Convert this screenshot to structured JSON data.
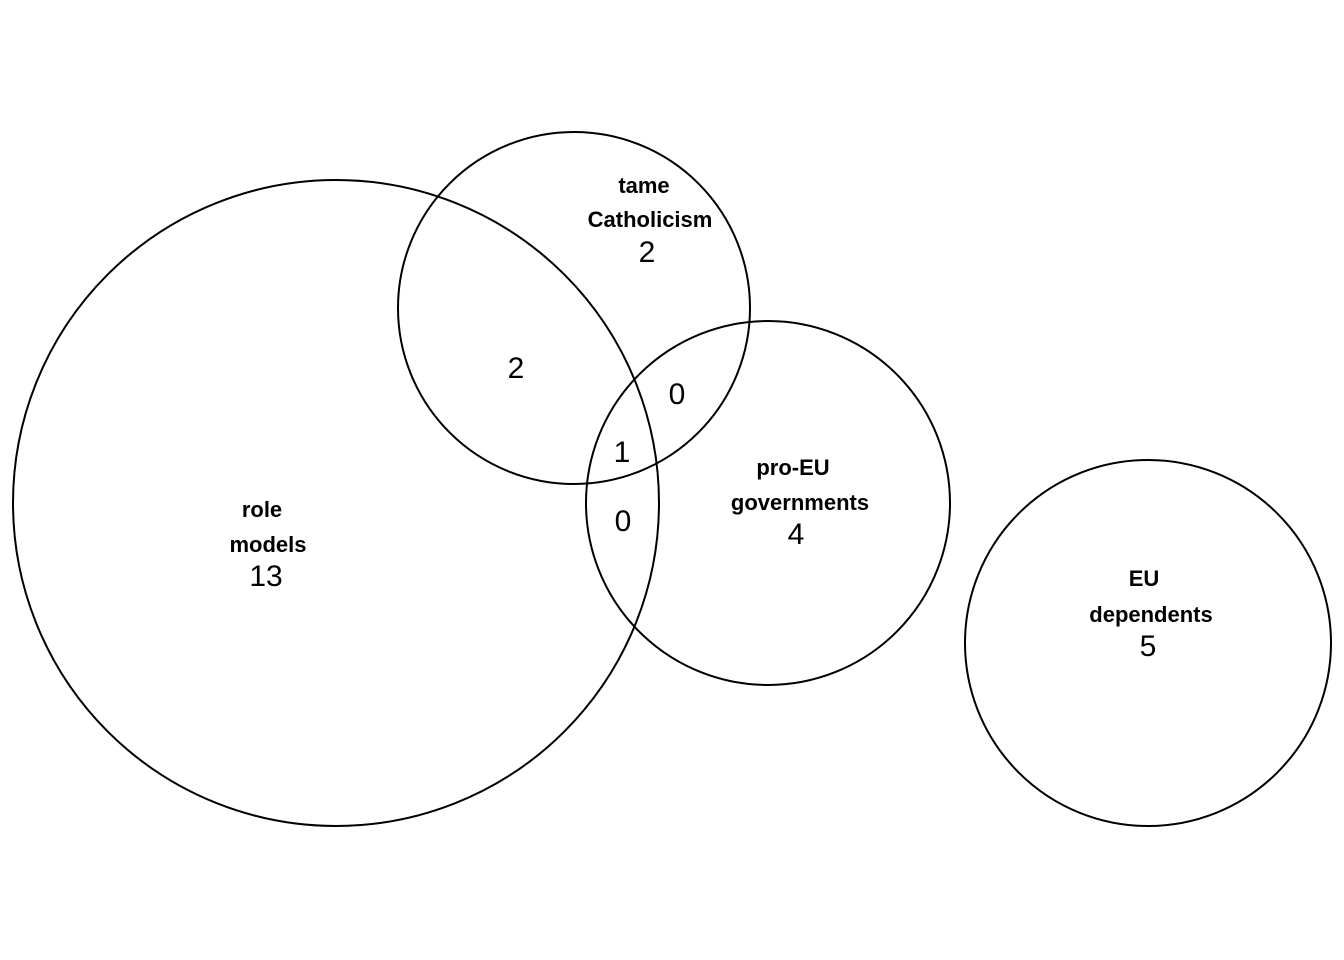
{
  "sets": [
    {
      "id": "role-models",
      "label_lines": [
        "role",
        "models"
      ],
      "count": "13"
    },
    {
      "id": "tame-catholicism",
      "label_lines": [
        "tame",
        "Catholicism"
      ],
      "count": "2"
    },
    {
      "id": "pro-eu-governments",
      "label_lines": [
        "pro-EU",
        "governments"
      ],
      "count": "4"
    },
    {
      "id": "eu-dependents",
      "label_lines": [
        "EU",
        "dependents"
      ],
      "count": "5"
    }
  ],
  "intersections": [
    {
      "id": "role-models-tame-catholicism",
      "count": "2"
    },
    {
      "id": "tame-catholicism-pro-eu-governments",
      "count": "0"
    },
    {
      "id": "all-three",
      "count": "1"
    },
    {
      "id": "role-models-pro-eu-governments",
      "count": "0"
    }
  ],
  "colors": {
    "stroke": "#000000",
    "background": "#ffffff"
  }
}
